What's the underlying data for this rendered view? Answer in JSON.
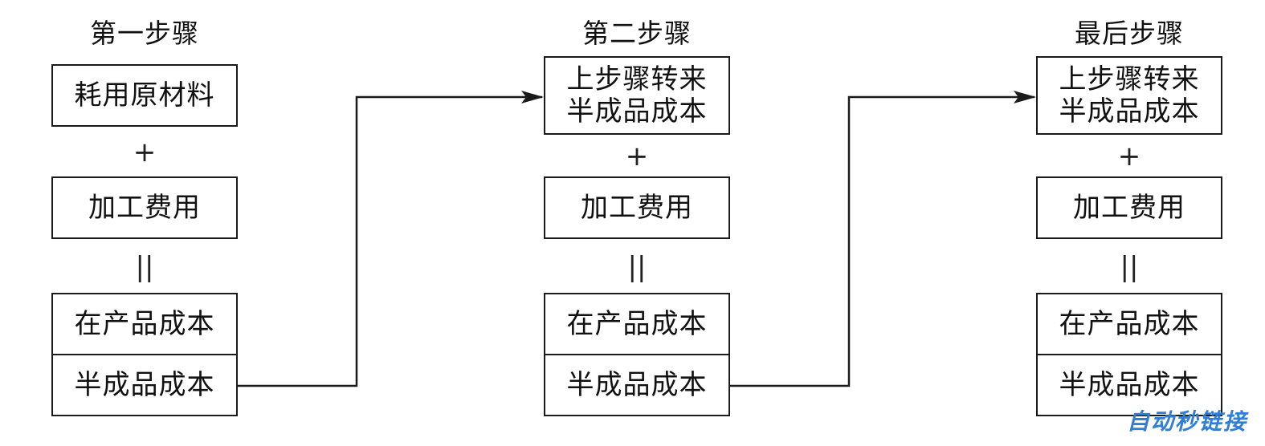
{
  "columns": [
    {
      "title": "第一步骤",
      "top_box": [
        "耗用原材料"
      ],
      "plus": "+",
      "mid_box": "加工费用",
      "equals": "||",
      "bottom_top": "在产品成本",
      "bottom_bottom": "半成品成本"
    },
    {
      "title": "第二步骤",
      "top_box": [
        "上步骤转来",
        "半成品成本"
      ],
      "plus": "+",
      "mid_box": "加工费用",
      "equals": "||",
      "bottom_top": "在产品成本",
      "bottom_bottom": "半成品成本"
    },
    {
      "title": "最后步骤",
      "top_box": [
        "上步骤转来",
        "半成品成本"
      ],
      "plus": "+",
      "mid_box": "加工费用",
      "equals": "||",
      "bottom_top": "在产品成本",
      "bottom_bottom": "半成品成本"
    }
  ],
  "watermark": "自动秒链接",
  "colors": {
    "line": "#1a1a1a",
    "watermark": "#2f7fd6"
  }
}
